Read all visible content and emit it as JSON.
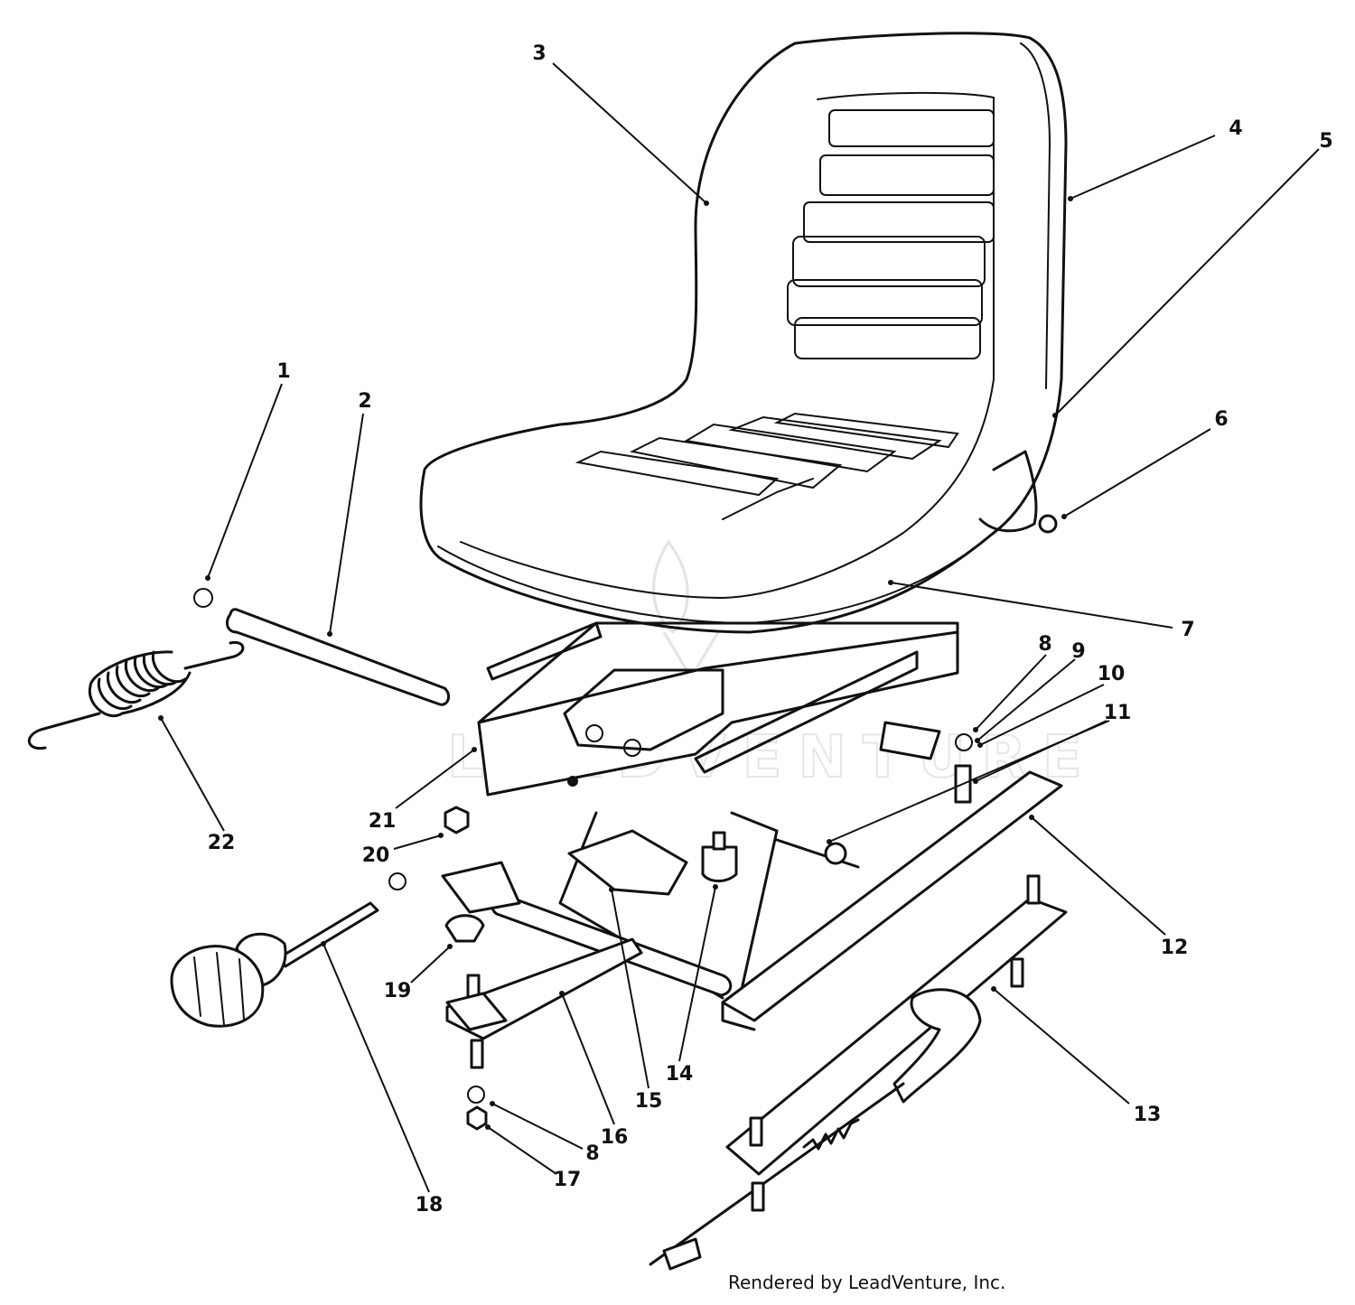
{
  "diagram": {
    "subject": "seat-suspension-exploded-view",
    "callouts": [
      "1",
      "2",
      "3",
      "4",
      "5",
      "6",
      "7",
      "8",
      "9",
      "10",
      "11",
      "12",
      "13",
      "14",
      "15",
      "16",
      "17",
      "18",
      "19",
      "20",
      "21",
      "22",
      "8"
    ]
  },
  "watermark": "LEADVENTURE",
  "credit": "Rendered by LeadVenture, Inc."
}
